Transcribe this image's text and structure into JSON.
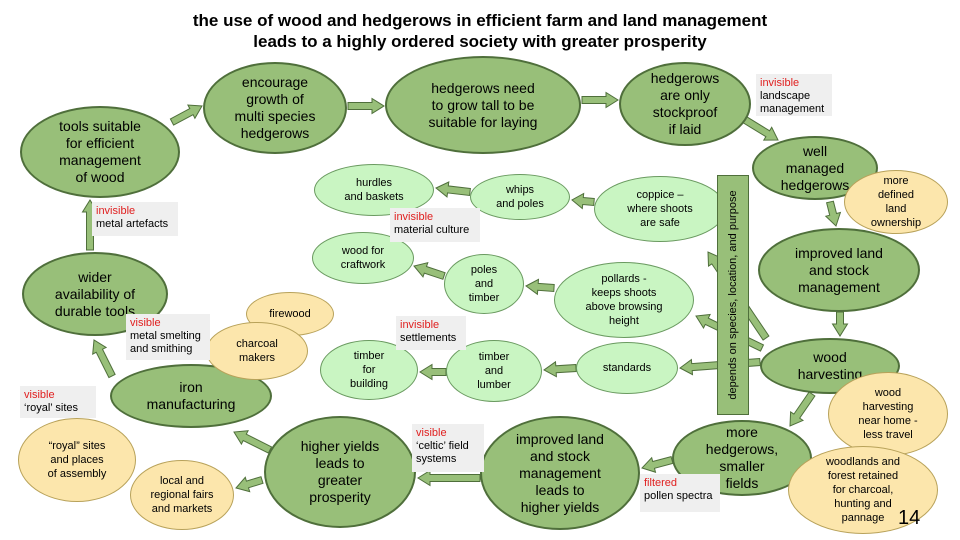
{
  "title": {
    "line1": "the use of wood and hedgerows in efficient farm and land management",
    "line2": "leads to a highly ordered society with greater prosperity"
  },
  "colors": {
    "dark_node": "#98bf79",
    "light_node": "#c9f5c2",
    "tan_node": "#fce6ac",
    "label_bg": "#efefef",
    "label_type": "#e02020",
    "arrow_fill": "#98bf79",
    "arrow_stroke": "#4f6f3b"
  },
  "nodes": {
    "tools": "tools suitable\nfor efficient\nmanagement\nof wood",
    "encourage": "encourage\ngrowth of\nmulti species\nhedgerows",
    "grow_tall": "hedgerows need\nto grow tall to be\nsuitable for laying",
    "stockproof": "hedgerows\nare only\nstockproof\nif laid",
    "well_managed": "well\nmanaged\nhedgerows",
    "improved_land": "improved land\nand stock\nmanagement",
    "wood_harvesting": "wood\nharvesting",
    "more_hedgerows": "more\nhedgerows,\nsmaller\nfields",
    "improved_yields": "improved land\nand stock\nmanagement\nleads to\nhigher yields",
    "higher_yields": "higher yields\nleads to\ngreater\nprosperity",
    "iron": "iron\nmanufacturing",
    "wider": "wider\navailability of\ndurable tools",
    "hurdles": "hurdles\nand baskets",
    "whips": "whips\nand poles",
    "coppice": "coppice –\nwhere shoots\nare safe",
    "craftwork": "wood for\ncraftwork",
    "poles_timber": "poles\nand\ntimber",
    "pollards": "pollards -\nkeeps shoots\nabove browsing\nheight",
    "timber_building": "timber\nfor\nbuilding",
    "timber_lumber": "timber\nand\nlumber",
    "standards": "standards",
    "firewood": "firewood",
    "charcoal": "charcoal\nmakers",
    "royal_sites": "“royal” sites\nand places\nof assembly",
    "fairs": "local and\nregional fairs\nand markets",
    "defined": "more\ndefined\nland\nownership",
    "near_home": "wood\nharvesting\nnear home -\nless travel",
    "woodlands": "woodlands and\nforest retained\nfor charcoal,\nhunting and\npannage"
  },
  "labels": {
    "landscape": {
      "type": "invisible",
      "desc": "landscape\nmanagement"
    },
    "metal_artefacts": {
      "type": "invisible",
      "desc": "metal artefacts"
    },
    "material_culture": {
      "type": "invisible",
      "desc": "material culture"
    },
    "settlements": {
      "type": "invisible",
      "desc": "settlements"
    },
    "smelting": {
      "type": "visible",
      "desc": "metal smelting\nand smithing"
    },
    "royal": {
      "type": "visible",
      "desc": "‘royal’ sites"
    },
    "celtic": {
      "type": "visible",
      "desc": "‘celtic’ field\nsystems"
    },
    "pollen": {
      "type": "filtered",
      "desc": "pollen spectra"
    }
  },
  "vertical_box": "depends on species, location, and purpose",
  "page_number": "14"
}
